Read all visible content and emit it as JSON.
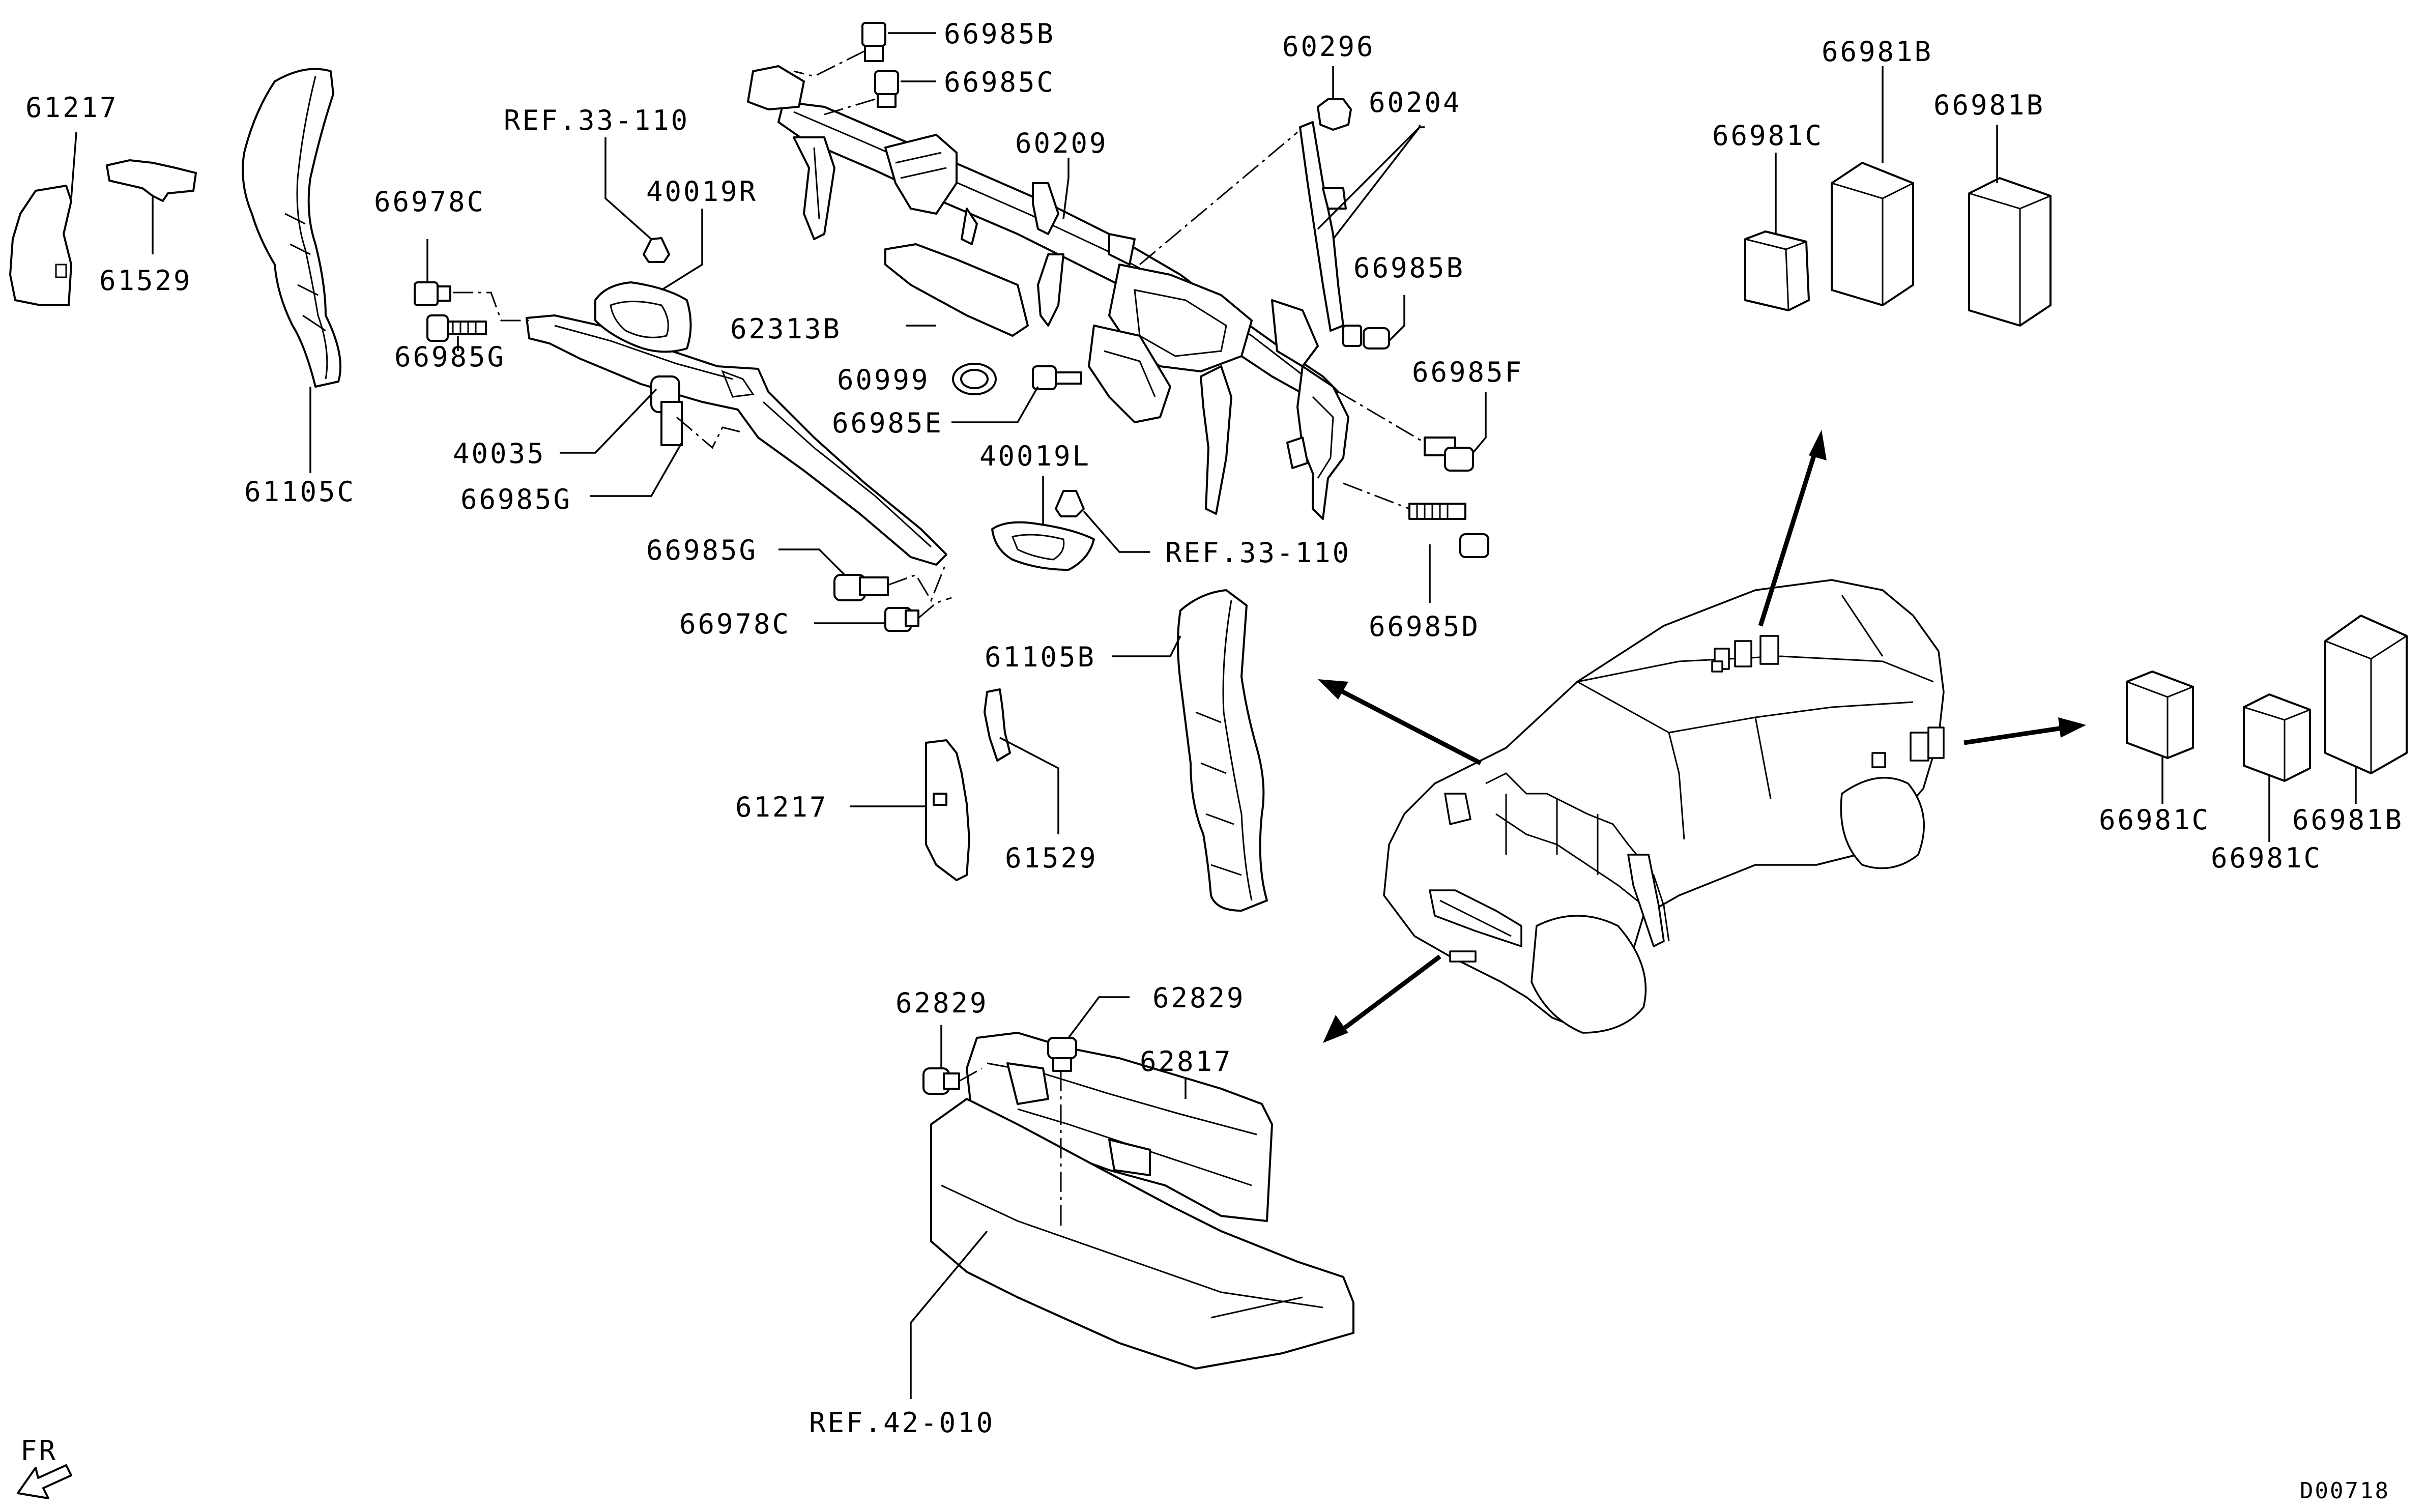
{
  "diagram": {
    "labels": {
      "p61217_a": "61217",
      "p61529_a": "61529",
      "p61105c": "61105C",
      "ref33_110_a": "REF.33-110",
      "p40019r": "40019R",
      "p66978c_a": "66978C",
      "p66985g_a": "66985G",
      "p40035": "40035",
      "p66985g_b": "66985G",
      "p66985g_c": "66985G",
      "p66978c_b": "66978C",
      "p66985b_a": "66985B",
      "p66985c": "66985C",
      "p60296": "60296",
      "p60204": "60204",
      "p60209": "60209",
      "p66985b_b": "66985B",
      "p62313b": "62313B",
      "p60999": "60999",
      "p66985e": "66985E",
      "p66985f": "66985F",
      "p40019l": "40019L",
      "ref33_110_b": "REF.33-110",
      "p66985d": "66985D",
      "p61105b": "61105B",
      "p61217_b": "61217",
      "p61529_b": "61529",
      "p62829_a": "62829",
      "p62829_b": "62829",
      "p62817": "62817",
      "ref42_010": "REF.42-010",
      "p66981b_a": "66981B",
      "p66981b_b": "66981B",
      "p66981c_a": "66981C",
      "p66981c_b": "66981C",
      "p66981c_c": "66981C",
      "p66981b_c": "66981B",
      "fr": "FR",
      "diagram_id": "D00718"
    }
  }
}
